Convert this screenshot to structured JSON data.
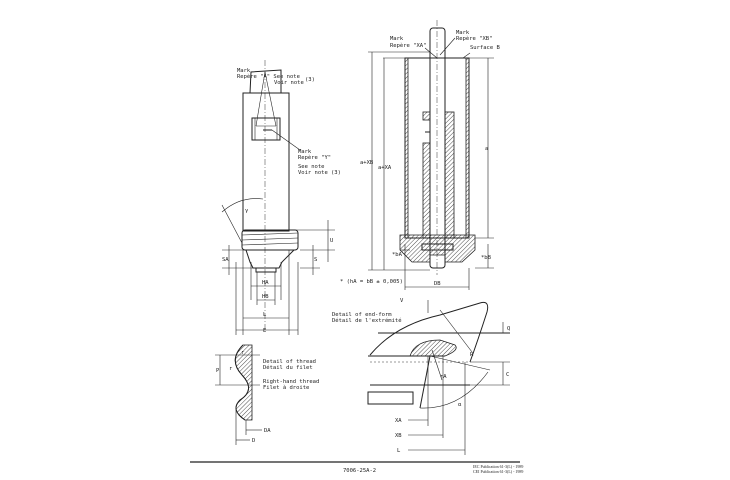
{
  "left_figure": {
    "mark_a": [
      "Mark",
      "Repère \"A\" See note",
      "Voir note"
    ],
    "note_3a": "(3)",
    "mark_y": [
      "Mark",
      "Repère \"Y\""
    ],
    "see_note_y": [
      "See note",
      "Voir note"
    ],
    "note_3b": "(3)",
    "angle": "γ",
    "labels": {
      "U": "U",
      "SA": "SA",
      "S": "S",
      "HA": "HA",
      "HB": "HB",
      "L": "L",
      "E": "E"
    }
  },
  "right_figure": {
    "mark_xa": [
      "Mark",
      "Repère \"XA\""
    ],
    "mark_xb": [
      "Mark",
      "Repère \"XB\""
    ],
    "surface_b": "Surface B",
    "a_plus_xb": "a+XB",
    "a_plus_xa": "a+XA",
    "a": "a",
    "bA": "*bA",
    "bB": "*bB",
    "DB": "DB",
    "tolerance_note": "* (hA = bB ± 0,005)"
  },
  "thread_detail": {
    "title": [
      "Detail of thread",
      "Détail du filet"
    ],
    "subtitle": [
      "Right-hand thread",
      "Filet à droite"
    ],
    "labels": {
      "r": "r",
      "P": "P",
      "r2": "r",
      "DA": "DA",
      "D": "D"
    }
  },
  "end_form_detail": {
    "title": [
      "Detail of end-form",
      "Détail de l'extrémité"
    ],
    "labels": {
      "V": "V",
      "Q": "Q",
      "R": "R",
      "rA": "rA",
      "C": "C",
      "alpha": "α",
      "XA": "XA",
      "XB": "XB",
      "L": "L"
    }
  },
  "footer": {
    "sheet_id": "7006-25A-2",
    "publication": [
      "IEC Publication 61-3(L) - 1989",
      "CEI Publication 61-3(L) - 1989"
    ]
  }
}
